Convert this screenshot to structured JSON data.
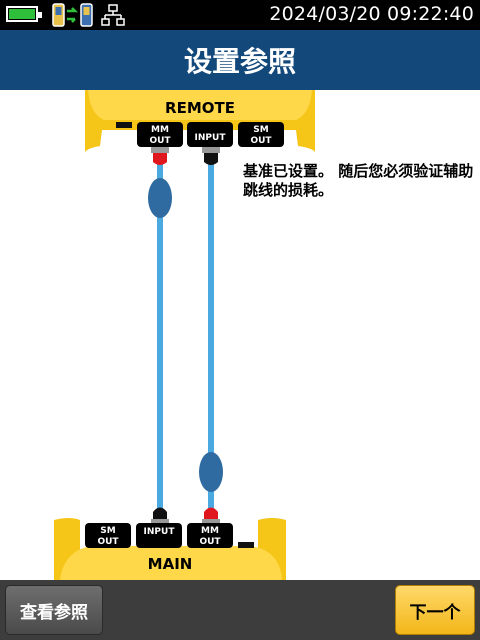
{
  "status": {
    "datetime": "2024/03/20  09:22:40",
    "battery_color": "#2fbf3a"
  },
  "title": "设置参照",
  "diagram": {
    "remote_label": "REMOTE",
    "main_label": "MAIN",
    "remote_ports": [
      "MM OUT",
      "INPUT",
      "SM OUT"
    ],
    "main_ports": [
      "SM OUT",
      "INPUT",
      "MM OUT"
    ],
    "fiber_color": "#4aa9e0",
    "coupler_color": "#2f6aa0",
    "module_color": "#f5c518"
  },
  "message": "基准已设置。 随后您必须验证辅助跳线的损耗。",
  "buttons": {
    "view_reference": "查看参照",
    "next": "下一个"
  }
}
